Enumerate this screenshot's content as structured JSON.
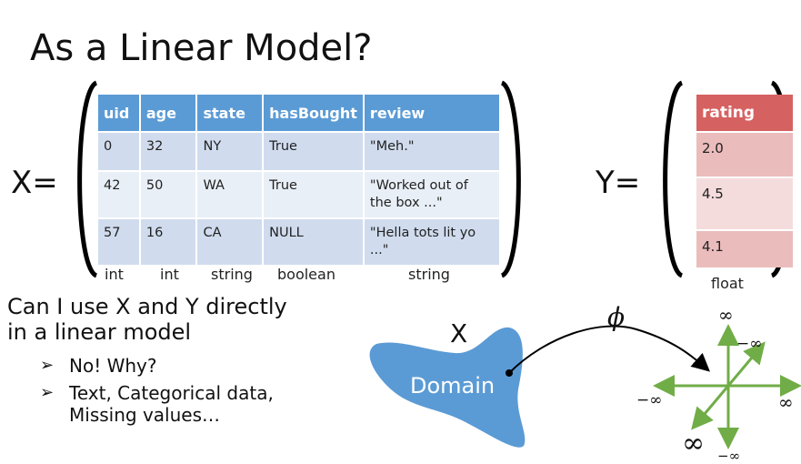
{
  "title": "As a Linear Model?",
  "x_matrix": {
    "label": "X=",
    "headers": [
      "uid",
      "age",
      "state",
      "hasBought",
      "review"
    ],
    "rows": [
      [
        "0",
        "32",
        "NY",
        "True",
        "\"Meh.\""
      ],
      [
        "42",
        "50",
        "WA",
        "True",
        "\"Worked out of the box ...\""
      ],
      [
        "57",
        "16",
        "CA",
        "NULL",
        "\"Hella tots lit yo ...\""
      ]
    ],
    "types": [
      "int",
      "int",
      "string",
      "boolean",
      "string"
    ]
  },
  "y_matrix": {
    "label": "Y=",
    "header": "rating",
    "values": [
      "2.0",
      "4.5",
      "4.1"
    ],
    "type": "float"
  },
  "question": {
    "line1": "Can I use X and Y directly",
    "line2": "in a linear model"
  },
  "bullets": [
    "No! Why?",
    "Text, Categorical data,",
    "Missing values…"
  ],
  "diagram": {
    "x_label": "X",
    "domain_label": "Domain",
    "phi": "ϕ",
    "inf_top": "∞",
    "inf_neg_top": "−∞",
    "inf_left": "−∞",
    "inf_right": "∞",
    "inf_big": "∞",
    "inf_bottom": "−∞",
    "blob_color": "#5b9bd5",
    "axis_color": "#70ad47"
  }
}
